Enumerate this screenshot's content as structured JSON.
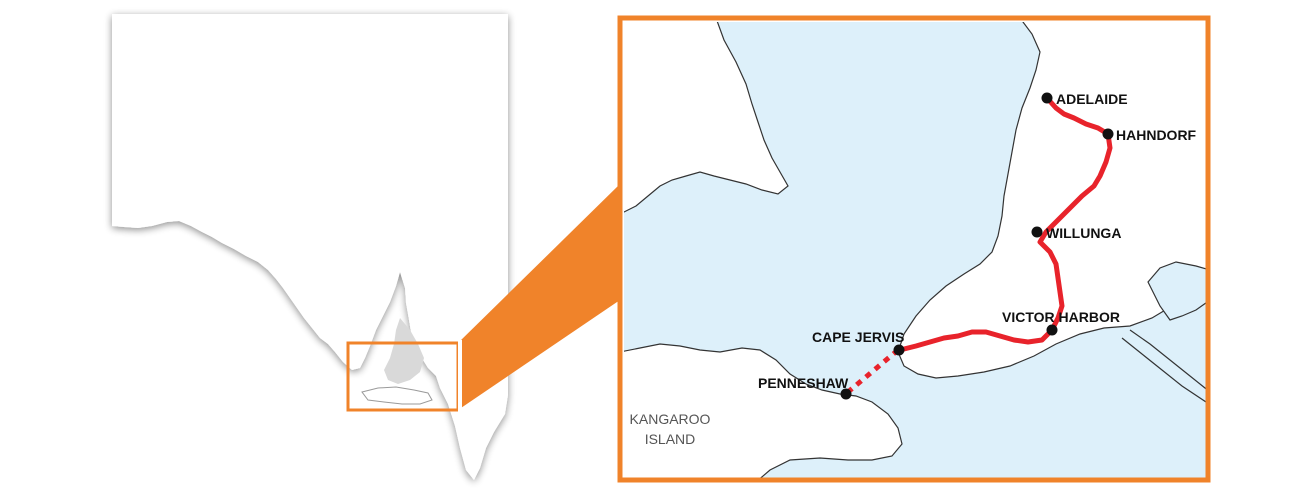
{
  "colors": {
    "accent": "#F0832A",
    "route": "#E8232B",
    "sea": "#DDF0FA",
    "land": "#FFFFFF",
    "coastline": "#333333",
    "overview_land": "#FFFFFF"
  },
  "overview_map": {
    "region": "South Australia",
    "highlight": "orange rectangle marking the Fleurieu Peninsula area"
  },
  "detail_map": {
    "stops": [
      {
        "id": "adelaide",
        "label": "ADELAIDE"
      },
      {
        "id": "hahndorf",
        "label": "HAHNDORF"
      },
      {
        "id": "willunga",
        "label": "WILLUNGA"
      },
      {
        "id": "victor-harbor",
        "label": "VICTOR HARBOR"
      },
      {
        "id": "cape-jervis",
        "label": "CAPE JERVIS"
      },
      {
        "id": "penneshaw",
        "label": "PENNESHAW"
      }
    ],
    "island": {
      "line1": "KANGAROO",
      "line2": "ISLAND"
    },
    "route": {
      "road_segment": "Adelaide – Hahndorf – Willunga – Victor Harbor – Cape Jervis",
      "ferry_segment": "Cape Jervis – Penneshaw (dotted)"
    }
  }
}
